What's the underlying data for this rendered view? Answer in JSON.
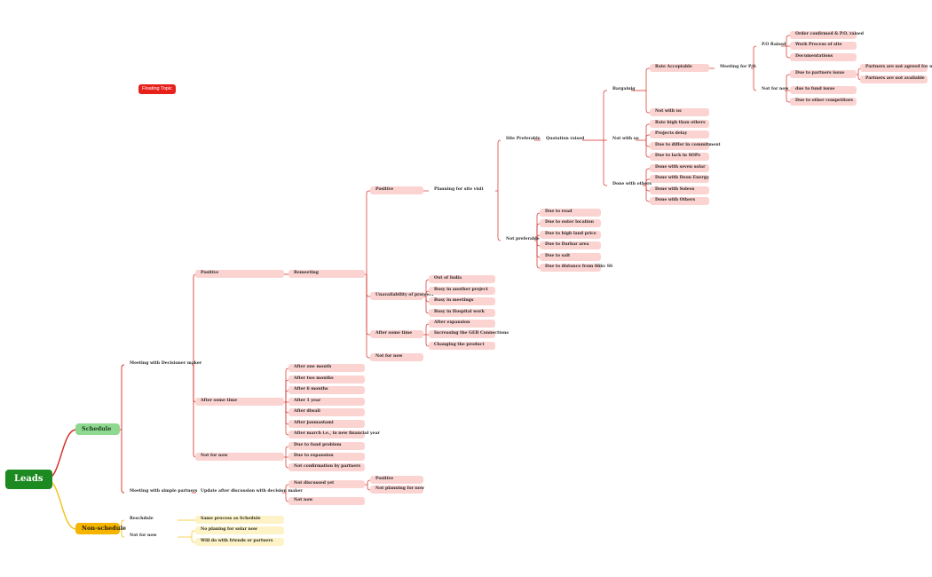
{
  "floating_topic": "Floating Topic",
  "nodes": {
    "leads": "Leads",
    "schedule": "Schedule",
    "nonschedule": "Non-schedule",
    "meeting_dm": "Meeting with Decisioner maker",
    "meeting_partners": "Meeting with simple partners",
    "positive": "Positive",
    "remeeting": "Remeeting",
    "after_some_time": "After some time",
    "not_for_now": "Not for now",
    "after_one_month": "After one month",
    "after_two_months": "After two months",
    "after_6_months": "After 6 months",
    "after_1_year": "After 1 year",
    "after_diwali": "After diwali",
    "after_janmastami": "After janmastami",
    "after_march": "After march i.e., in new financial year",
    "due_fund_problem": "Due to fund problem",
    "due_expansion": "Due to expansion",
    "not_confirmation": "Not confirmation by partners",
    "update_after": "Update after discussion with decision maker",
    "not_discussed": "Not discussed yet",
    "not_now": "Not now",
    "nd_positive": "Positive",
    "nd_not_planning": "Not planning for now",
    "r_positive": "Positive",
    "planning_site": "Planning for site visit",
    "unavailability": "Unavailability of prateers",
    "r_after_some_time": "After some time",
    "r_not_for_now": "Not for now",
    "out_of_india": "Out of India",
    "busy_project": "Busy in another project",
    "busy_meetings": "Busy in meetings",
    "busy_hospital": "Busy in Hospital work",
    "after_expansion": "After expansion",
    "increasing_geb": "Increasing the GEB Connections",
    "changing_product": "Changing the product",
    "site_preferable": "Site Preferable",
    "not_preferable": "Not preferable",
    "due_road": "Due to road",
    "due_outer": "Due to outer location",
    "due_land": "Due to high land price",
    "due_darbar": "Due to Darbar area",
    "due_salt": "Due to salt",
    "due_distance": "Due to distance from 66kv SS",
    "quotation_raised": "Quotation raised",
    "bargaining": "Bargainig",
    "q_not_with_us": "Not with us",
    "done_with_others": "Done with others",
    "rate_acceptable": "Rate Acceptable",
    "b_not_with_us": "Not with us",
    "meeting_po": "Meeting for P.O.",
    "po_raised": "P.O Raised",
    "po_not_for_now": "Not for now",
    "order_confirmed": "Order confirmed & P.O. raised",
    "work_process": "Work Process of site",
    "documentations": "Documentations",
    "due_partners_issue": "Due to partners issue",
    "due_fund_issue": "due to fund issue",
    "due_other_competitors": "Due to other competitors",
    "partners_not_agreed": "Partners are not agreed for now",
    "partners_not_available": "Partners are not available",
    "rate_high": "Rate high than others",
    "projects_delay": "Projects delay",
    "due_differ": "Due to differ in commitment",
    "due_lack_sops": "Due to lack in SOPs",
    "done_seven": "Done with seven solar",
    "done_deon": "Done with Deon Energy",
    "done_soleos": "Done with Soleos",
    "done_others": "Done with Others",
    "reschdule": "Reschdule",
    "ns_not_for_now": "Not for now",
    "same_process": "Same process as Schedule",
    "no_planing": "No planing for solar now",
    "will_do": "Will do with friends or partners"
  },
  "colors": {
    "red_line": "#d42a22",
    "yellow_line": "#f2c21a",
    "sub_fill": "#fbd4d2",
    "yellow_fill": "#fdf3c6"
  }
}
